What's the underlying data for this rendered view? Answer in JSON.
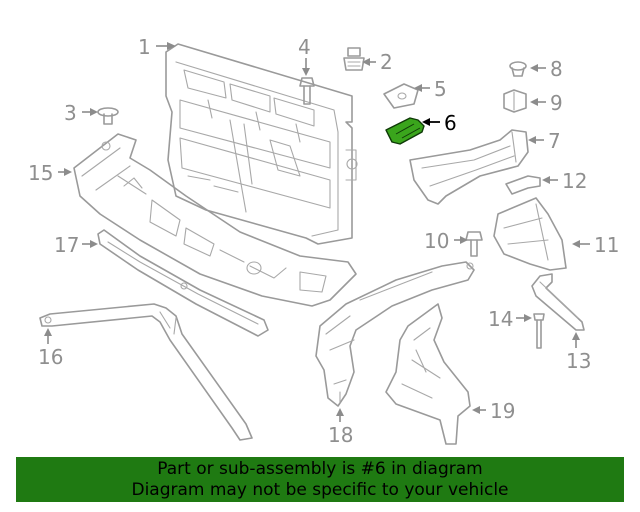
{
  "diagram": {
    "highlight_color": "#3aa51c",
    "highlighted_part": "6",
    "callouts": {
      "c1": "1",
      "c2": "2",
      "c3": "3",
      "c4": "4",
      "c5": "5",
      "c6": "6",
      "c7": "7",
      "c8": "8",
      "c9": "9",
      "c10": "10",
      "c11": "11",
      "c12": "12",
      "c13": "13",
      "c14": "14",
      "c15": "15",
      "c16": "16",
      "c17": "17",
      "c18": "18",
      "c19": "19"
    }
  },
  "footer": {
    "background": "#1f7a12",
    "line1": "Part or sub-assembly is #6 in diagram",
    "line2": "Diagram may not be specific to your vehicle"
  }
}
